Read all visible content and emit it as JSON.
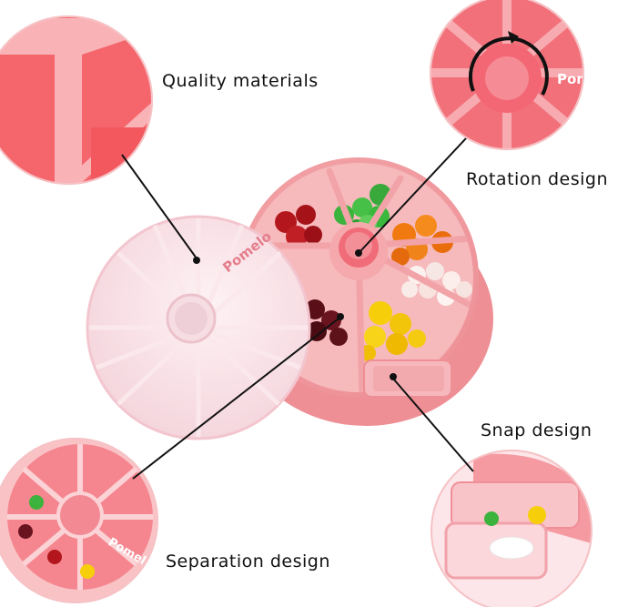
{
  "features": {
    "quality": "Quality materials",
    "rotation": "Rotation design",
    "snap": "Snap design",
    "separation": "Separation design"
  },
  "brand": {
    "name": "Pomelo"
  },
  "colors": {
    "case_pink": "#f49a9f",
    "case_dark": "#ef6f78",
    "lid": "#f8dde3",
    "callout_red": "#f4666c",
    "pointer": "#111111",
    "candy_green": "#3bb33c",
    "candy_red": "#b3171d",
    "candy_orange": "#f07a10",
    "candy_white": "#fbf1ef",
    "candy_yellow": "#f6cf0a",
    "candy_maroon": "#5a0f18"
  }
}
